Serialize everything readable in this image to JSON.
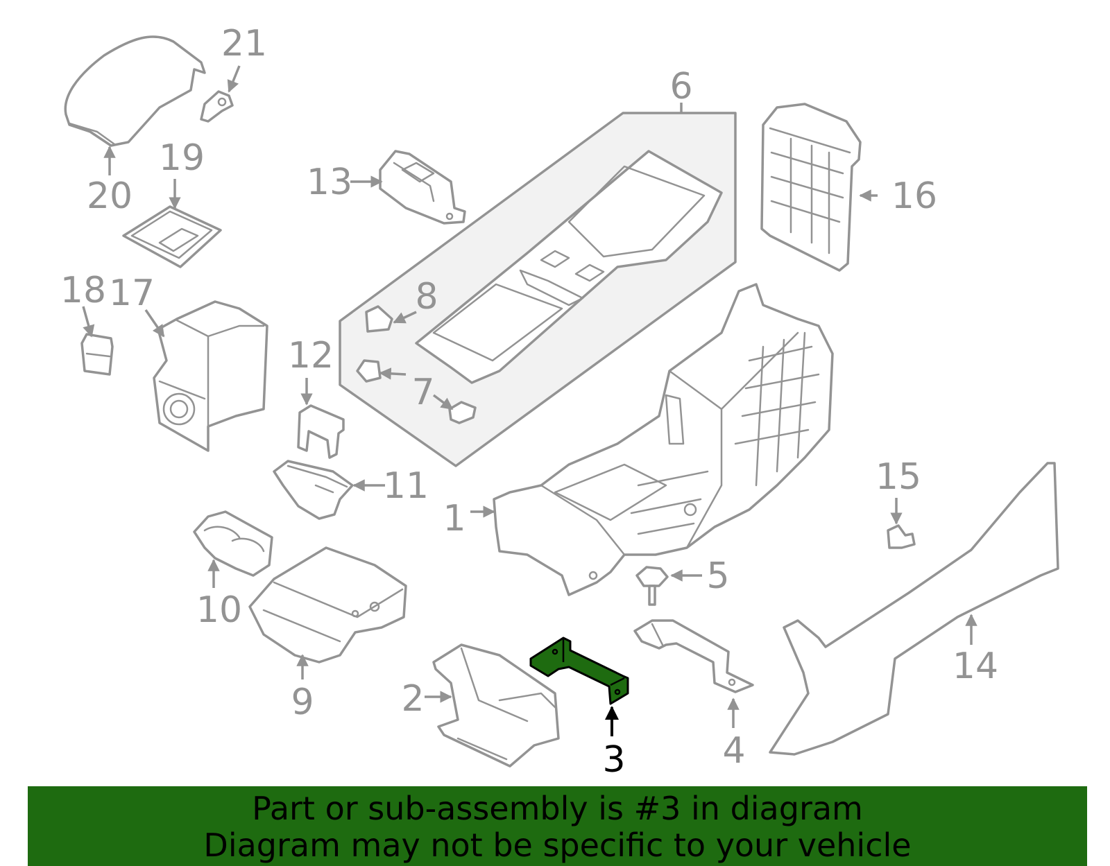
{
  "diagram": {
    "highlighted_part": "3",
    "callouts": {
      "c1": "1",
      "c2": "2",
      "c3": "3",
      "c4": "4",
      "c5": "5",
      "c6": "6",
      "c7": "7",
      "c8": "8",
      "c9": "9",
      "c10": "10",
      "c11": "11",
      "c12": "12",
      "c13": "13",
      "c14": "14",
      "c15": "15",
      "c16": "16",
      "c17": "17",
      "c18": "18",
      "c19": "19",
      "c20": "20",
      "c21": "21"
    },
    "colors": {
      "line": "#939393",
      "highlight_fill": "#1e6b10",
      "highlight_label": "#000000",
      "banner_bg": "#1e6b10"
    }
  },
  "banner": {
    "line1": "Part or sub-assembly is #3 in diagram",
    "line2": "Diagram may not be specific to your vehicle"
  }
}
